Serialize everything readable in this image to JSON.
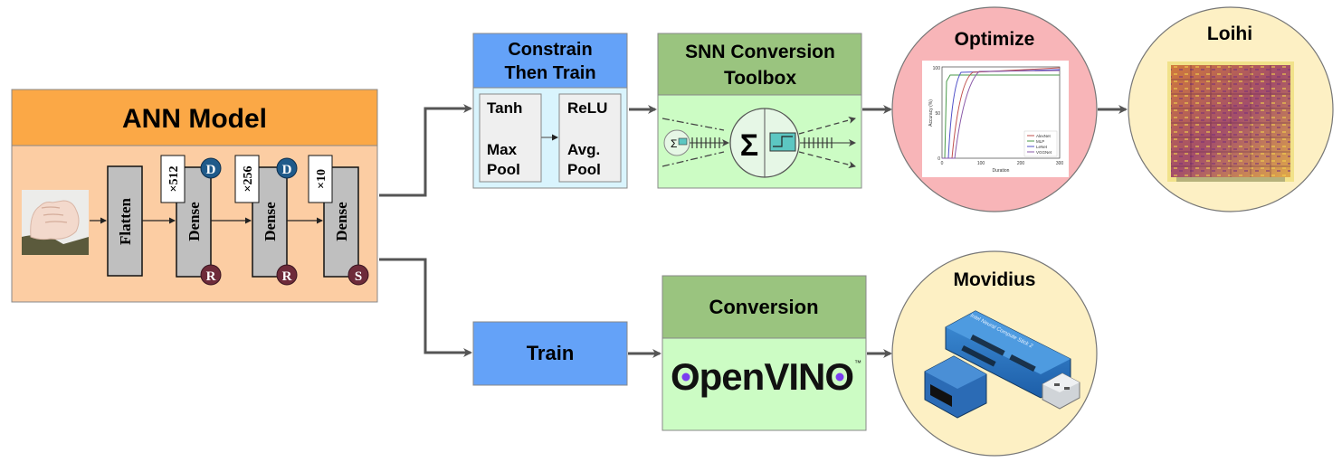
{
  "ann_model": {
    "title": "ANN Model",
    "flatten_label": "Flatten",
    "layers": [
      {
        "label": "Dense",
        "multiplier": "×512",
        "top_badge": "D",
        "bottom_badge": "R"
      },
      {
        "label": "Dense",
        "multiplier": "×256",
        "top_badge": "D",
        "bottom_badge": "R"
      },
      {
        "label": "Dense",
        "multiplier": "×10",
        "bottom_badge": "S"
      }
    ]
  },
  "constrain": {
    "title_line1": "Constrain",
    "title_line2": "Then Train",
    "left_box": [
      "Tanh",
      "",
      "Max",
      "Pool"
    ],
    "right_box": [
      "ReLU",
      "",
      "Avg.",
      "Pool"
    ]
  },
  "snn": {
    "title_line1": "SNN Conversion",
    "title_line2": "Toolbox",
    "sum_symbol": "Σ"
  },
  "optimize": {
    "title": "Optimize",
    "plot": {
      "ylabel": "Accuracy (%)",
      "xlabel": "Duration",
      "y_ticks": [
        "100",
        "50",
        "0"
      ],
      "x_ticks": [
        "0",
        "100",
        "200",
        "300"
      ],
      "legend": [
        {
          "name": "AlexNet",
          "color": "#c0504d"
        },
        {
          "name": "MLP",
          "color": "#4a9a4a"
        },
        {
          "name": "LeNet",
          "color": "#5050c8"
        },
        {
          "name": "VGGNet",
          "color": "#8a5aa8"
        }
      ]
    }
  },
  "loihi": {
    "title": "Loihi"
  },
  "train": {
    "label": "Train"
  },
  "conversion": {
    "title": "Conversion",
    "logo_text": "OpenVINO",
    "tm": "™"
  },
  "movidius": {
    "title": "Movidius",
    "stick_text": "Intel Neural Compute Stick 2"
  },
  "colors": {
    "ann_header": "#fba846",
    "ann_body": "#fccda3",
    "blue": "#64a2f8",
    "light_blue": "#d9f4fd",
    "green_header": "#9ac47f",
    "light_green": "#ccfcc4",
    "optimize_circle": "#f8b5b8",
    "device_circle": "#fdf0c4",
    "arrow": "#555555"
  }
}
